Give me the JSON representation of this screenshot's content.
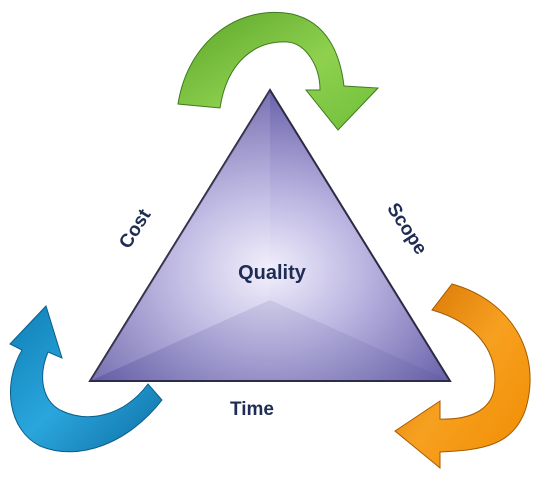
{
  "labels": {
    "center": "Quality",
    "left_side": "Cost",
    "right_side": "Scope",
    "bottom_side": "Time"
  },
  "colors": {
    "triangle_light": "#f1effc",
    "triangle_mid": "#a9a2d6",
    "triangle_dark": "#6e66ad",
    "triangle_edge": "#2e2a44",
    "arrow_top": "#7bc243",
    "arrow_right": "#f08c00",
    "arrow_left": "#1d8ec3",
    "label_text": "#1f2d55"
  },
  "arrows": [
    {
      "name": "top-arrow",
      "color": "green"
    },
    {
      "name": "right-arrow",
      "color": "orange"
    },
    {
      "name": "left-arrow",
      "color": "blue"
    }
  ]
}
